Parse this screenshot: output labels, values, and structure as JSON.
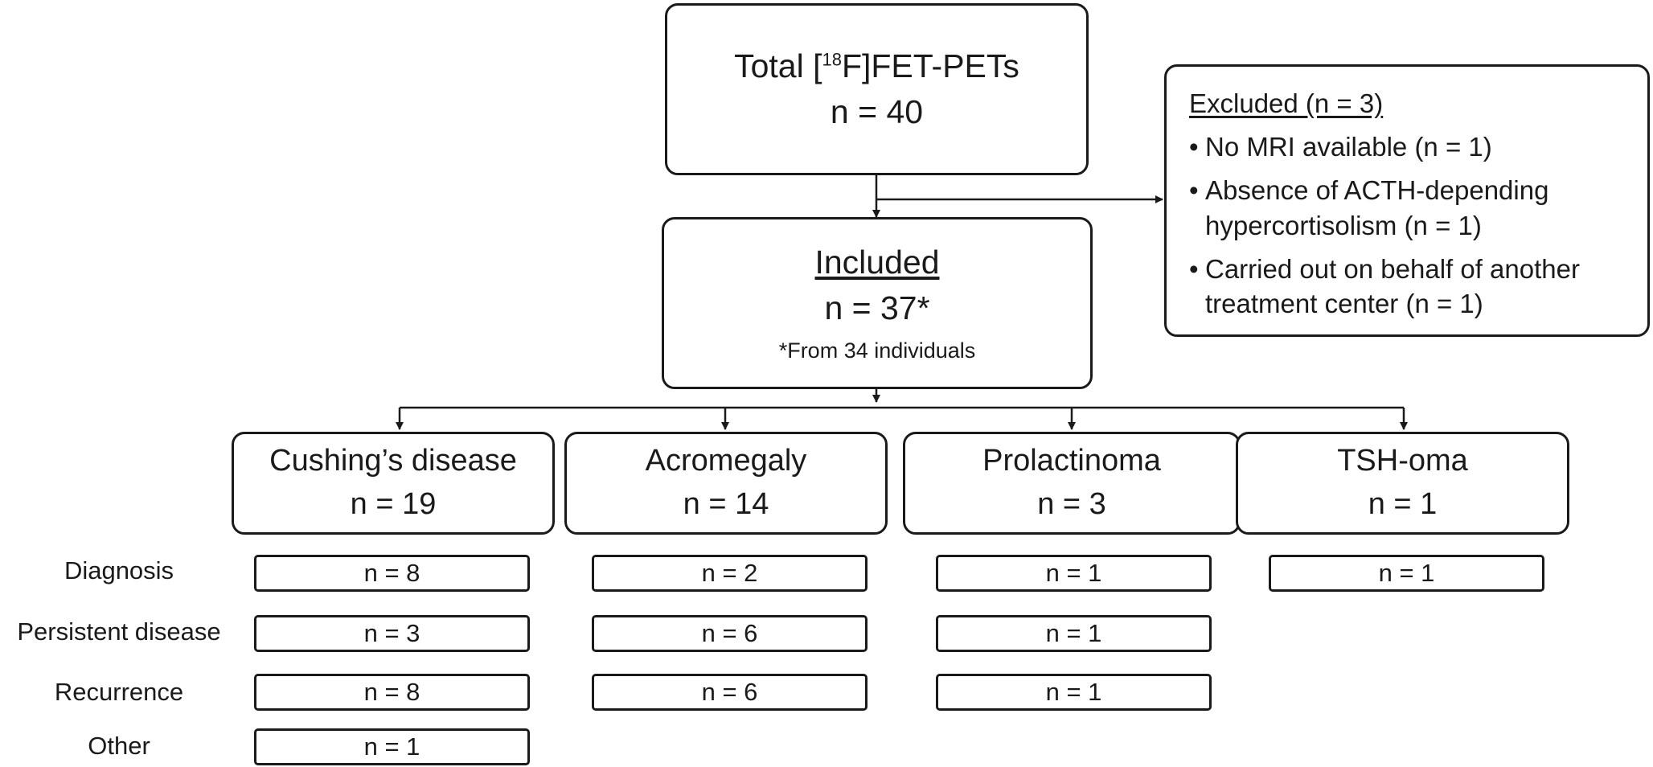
{
  "total": {
    "title_prefix": "Total [",
    "title_sup": "18",
    "title_suffix": "F]FET-PETs",
    "count": "n = 40"
  },
  "excluded": {
    "heading": "Excluded (n = 3)",
    "items": [
      "No MRI available (n = 1)",
      "Absence of ACTH-depending hypercortisolism (n = 1)",
      "Carried out on behalf of another treatment center (n = 1)"
    ]
  },
  "included": {
    "heading": "Included",
    "count": "n = 37*",
    "note": "*From 34 individuals"
  },
  "groups": [
    {
      "name": "Cushing’s disease",
      "count": "n = 19"
    },
    {
      "name": "Acromegaly",
      "count": "n = 14"
    },
    {
      "name": "Prolactinoma",
      "count": "n = 3"
    },
    {
      "name": "TSH-oma",
      "count": "n = 1"
    }
  ],
  "row_labels": [
    "Diagnosis",
    "Persistent disease",
    "Recurrence",
    "Other"
  ],
  "subcounts": {
    "cushings": [
      "n = 8",
      "n = 3",
      "n = 8",
      "n = 1"
    ],
    "acromegaly": [
      "n = 2",
      "n = 6",
      "n = 6"
    ],
    "prolactinoma": [
      "n = 1",
      "n = 1",
      "n = 1"
    ],
    "tsh_oma": [
      "n = 1"
    ]
  }
}
